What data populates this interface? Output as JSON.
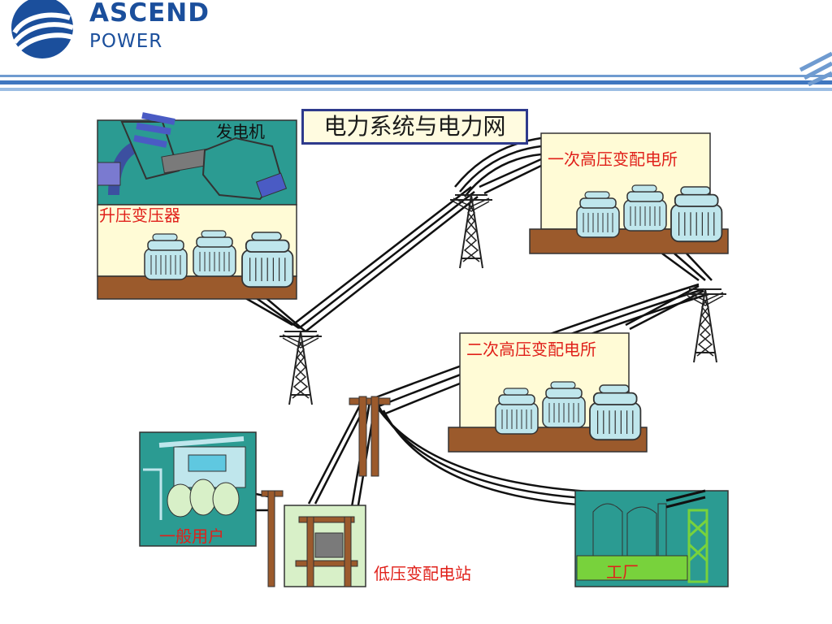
{
  "brand": {
    "name_line1": "ASCEND",
    "name_line2": "POWER",
    "color": "#1b4f9c"
  },
  "title": "电力系统与电力网",
  "labels": {
    "generator": "发电机",
    "step_up": "升压变压器",
    "primary_substation": "一次高压变配电所",
    "secondary_substation": "二次高压变配电所",
    "general_users": "一般用户",
    "low_voltage_station": "低压变配电站",
    "factory": "工厂"
  },
  "colors": {
    "teal": "#2b9b92",
    "cream": "#fffbd6",
    "ground": "#9b5a2c",
    "transformer": "#bfe6ec",
    "label_red": "#e0201a"
  }
}
